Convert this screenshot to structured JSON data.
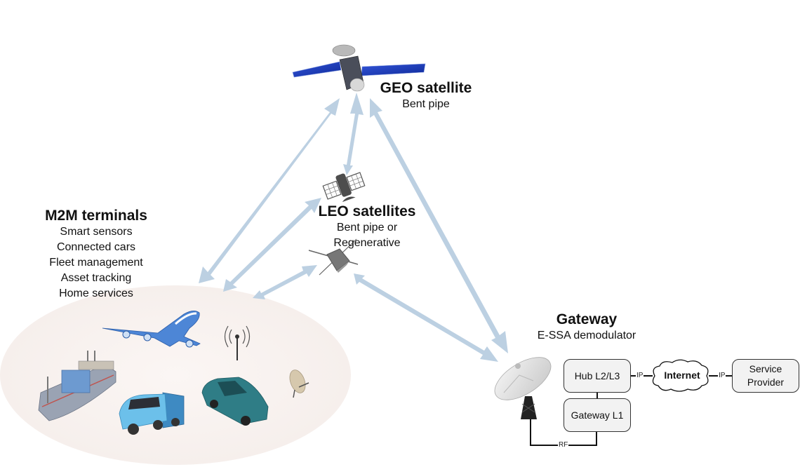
{
  "geo": {
    "title": "GEO satellite",
    "subtitle": "Bent pipe"
  },
  "leo": {
    "title": "LEO satellites",
    "subtitle_lines": [
      "Bent pipe or",
      "Regenerative"
    ]
  },
  "terminals": {
    "title": "M2M terminals",
    "items": [
      "Smart sensors",
      "Connected cars",
      "Fleet management",
      "Asset tracking",
      "Home services"
    ],
    "icons": [
      "airplane-icon",
      "antenna-icon",
      "ship-icon",
      "truck-icon",
      "car-icon",
      "satellite-dish-icon"
    ]
  },
  "gateway": {
    "title": "Gateway",
    "subtitle": "E-SSA demodulator",
    "blocks": {
      "hub": "Hub L2/L3",
      "l1": "Gateway L1",
      "internet": "Internet",
      "provider_lines": [
        "Service",
        "Provider"
      ]
    },
    "links": {
      "ip": "IP",
      "rf": "RF"
    }
  },
  "colors": {
    "arrow": "#bcd0e2",
    "terminal_area": "#f8f2f0",
    "box_fill": "#f2f2f2",
    "box_border": "#333333",
    "solar_panel": "#1a3fb5"
  }
}
